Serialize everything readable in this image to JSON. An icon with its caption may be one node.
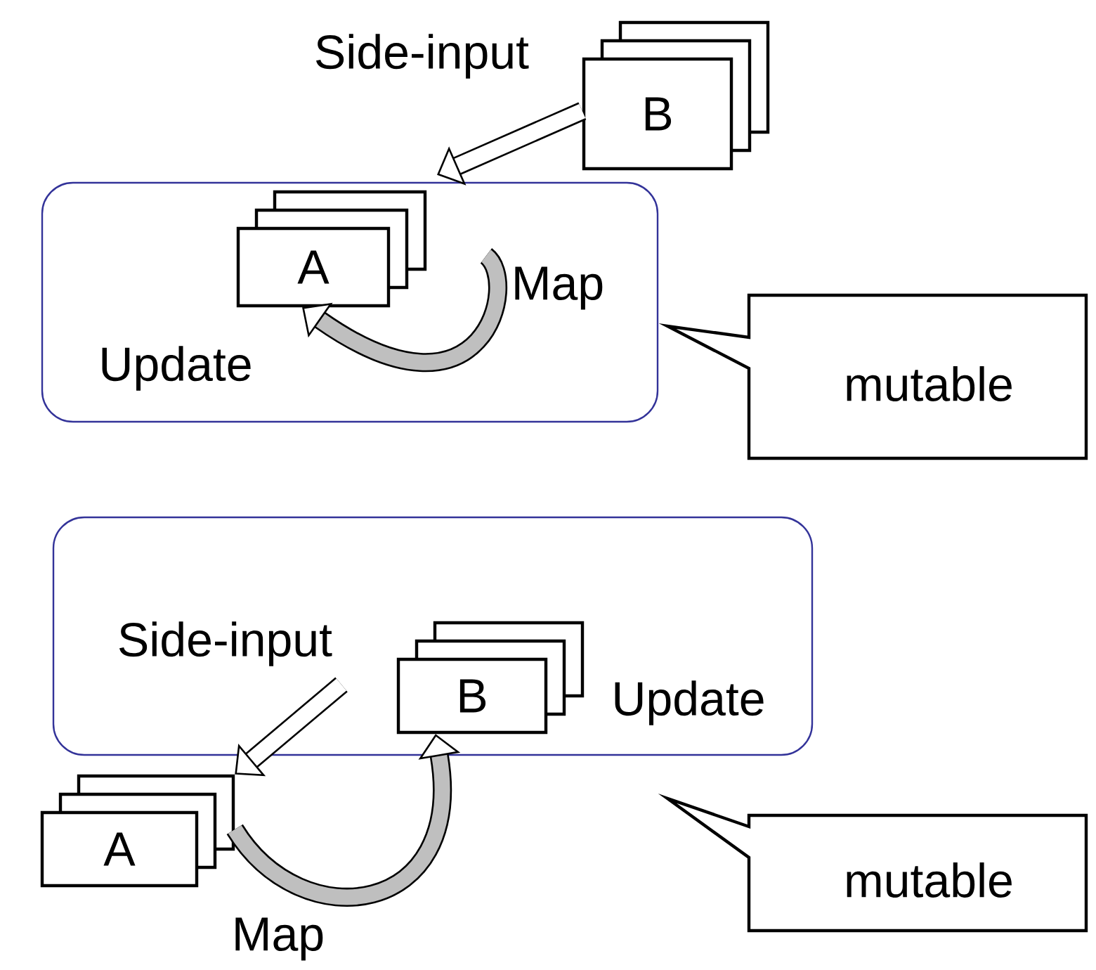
{
  "diagram": {
    "nodes": [
      {
        "text": [
          "B"
        ]
      },
      {
        "text": [],
        "shape": "box"
      },
      {
        "text": [
          "A"
        ],
        "in": 1
      },
      {
        "text": [
          "mutable"
        ]
      },
      {
        "text": [],
        "shape": "box"
      },
      {
        "text": [
          "B"
        ],
        "in": 4
      },
      {
        "text": [
          "A"
        ]
      },
      {
        "text": [
          "mutable"
        ]
      }
    ],
    "edges": [
      {
        "from": 0,
        "to": 1,
        "arrow": "to",
        "label": "Side-input"
      },
      {
        "from": null,
        "to": 2,
        "arrow": "to",
        "label": "Map"
      },
      {
        "from": null,
        "to": 6,
        "arrow": "to",
        "label": "Side-input"
      },
      {
        "from": 6,
        "to": 5,
        "arrow": "to",
        "label": "Map"
      }
    ],
    "labels": [
      "Update",
      "Update"
    ]
  }
}
